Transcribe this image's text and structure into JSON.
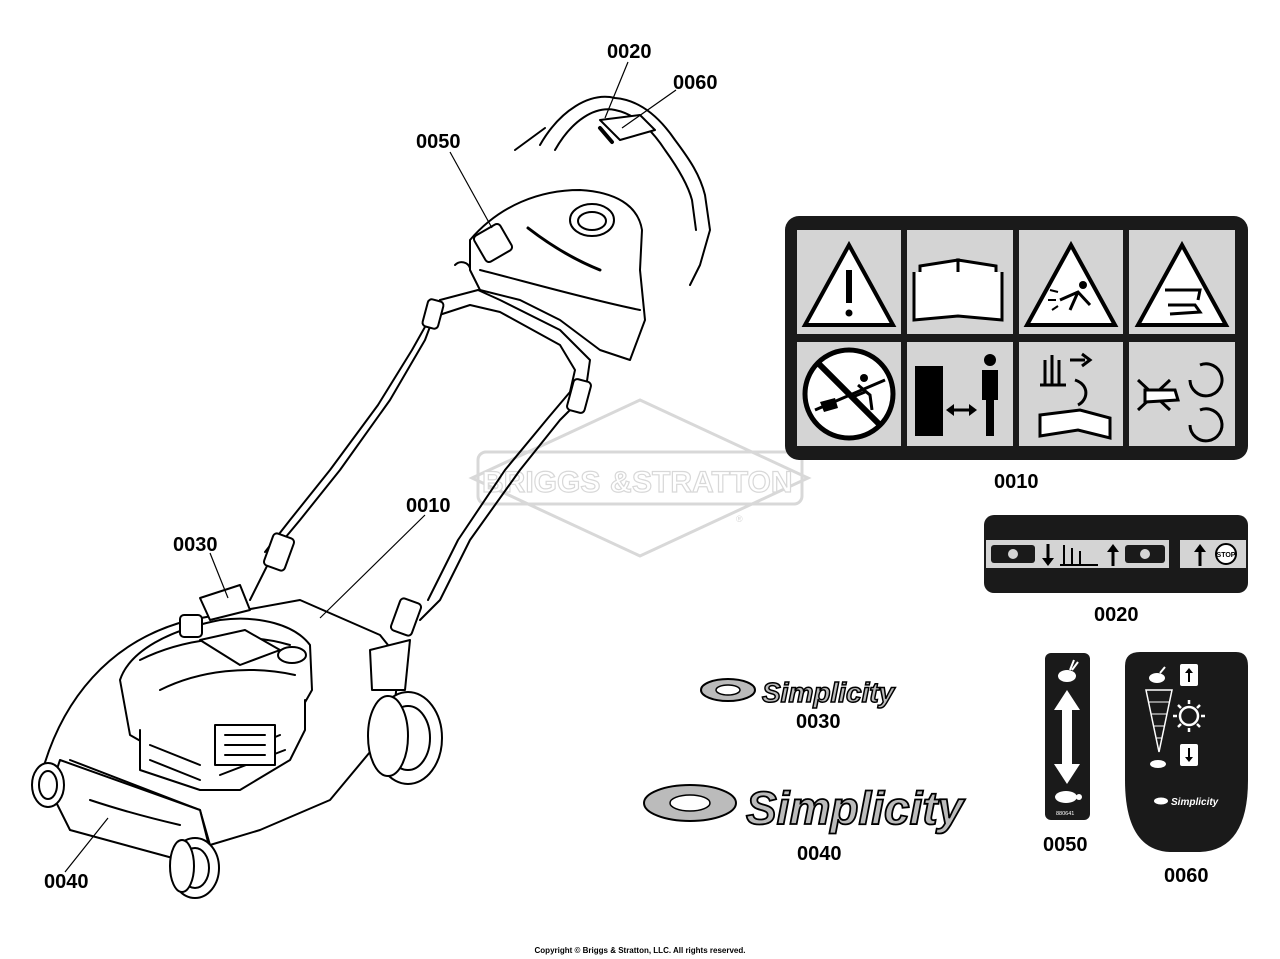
{
  "watermark": {
    "text_left": "BRIGGS",
    "amp": "&",
    "text_right": "STRATTON",
    "mark": "®"
  },
  "callouts": {
    "c0020_top": "0020",
    "c0060_top": "0060",
    "c0050_top": "0050",
    "c0010_mower": "0010",
    "c0030_mower": "0030",
    "c0040_mower": "0040",
    "c0010_decal": "0010",
    "c0020_decal": "0020",
    "c0030_decal": "0030",
    "c0040_decal": "0040",
    "c0050_decal": "0050",
    "c0060_decal": "0060"
  },
  "decals": {
    "logo_small": "Simplicity",
    "logo_large": "Simplicity",
    "speed_part_no": "880641",
    "stop_label": "STOP",
    "throttle_logo": "Simplicity"
  },
  "icons": [
    "warning-icon",
    "manual-icon",
    "thrown-object-icon",
    "blade-hazard-icon",
    "no-slope-icon",
    "distance-icon",
    "maintenance-icon",
    "rotating-blade-icon"
  ],
  "colors": {
    "decal_dark": "#1a1a1a",
    "decal_grey": "#d4d4d4",
    "watermark": "#d8d8d8"
  },
  "copyright": "Copyright © Briggs & Stratton, LLC. All rights reserved."
}
